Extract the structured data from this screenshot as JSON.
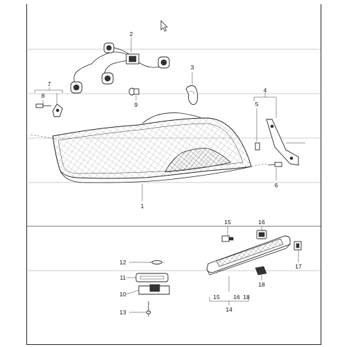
{
  "title": "",
  "callouts": {
    "c1": "1",
    "c2": "2",
    "c3": "3",
    "c4": "4",
    "c5": "5",
    "c6": "6",
    "c7": "7",
    "c8": "8",
    "c9": "9",
    "c10": "10",
    "c11": "11",
    "c12": "12",
    "c13": "13",
    "c14": "14",
    "c15a": "15",
    "c15b": "15",
    "c16a": "16",
    "c16b": "16",
    "c17": "17",
    "c18a": "18",
    "c18b": "18"
  },
  "icons": {
    "pointer": "mouse-pointer-icon"
  }
}
